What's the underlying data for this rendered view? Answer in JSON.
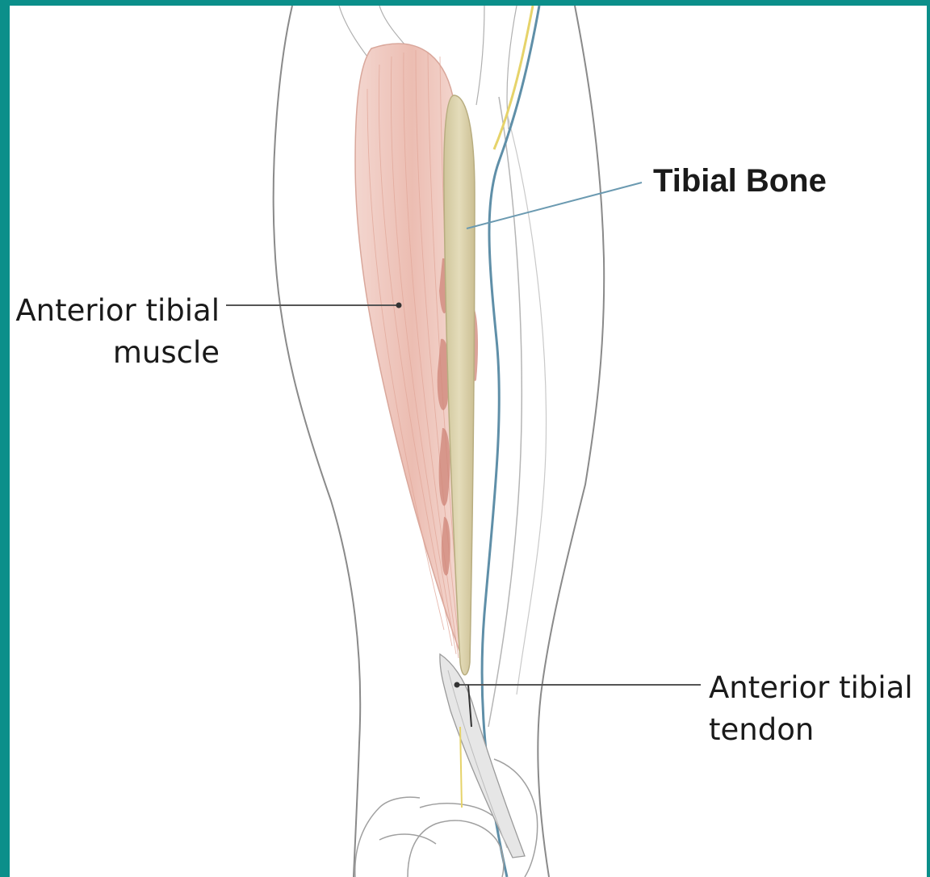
{
  "labels": {
    "tibial_bone": "Tibial Bone",
    "muscle_line1": "Anterior tibial",
    "muscle_line2": "muscle",
    "tendon_line1": "Anterior tibial",
    "tendon_line2": "tendon"
  },
  "colors": {
    "border": "#0b8f8a",
    "background": "#ffffff",
    "outline": "#8a8a8a",
    "muscle": "#efc6bd",
    "bone": "#d9d1aa",
    "leader_blue": "#6b9ab1",
    "vessel_blue": "#5f8fa8",
    "nerve_yellow": "#e6d36a"
  }
}
